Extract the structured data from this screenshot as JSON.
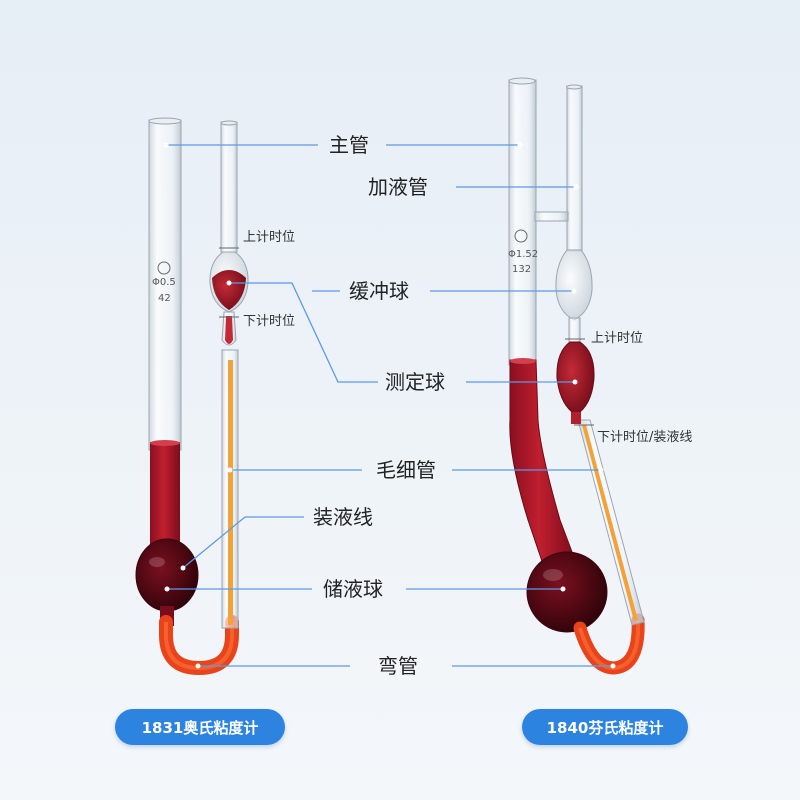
{
  "labels": {
    "main_tube": "主管",
    "filling_tube": "加液管",
    "buffer_bulb": "缓冲球",
    "measuring_bulb": "测定球",
    "capillary": "毛细管",
    "fill_line": "装液线",
    "reservoir_bulb": "储液球",
    "bend_tube": "弯管"
  },
  "left_viscometer": {
    "name": "1831奥氏粘度计",
    "upper_mark": "上计时位",
    "lower_mark": "下计时位",
    "tube_marks": [
      "Φ0.5",
      "42"
    ]
  },
  "right_viscometer": {
    "name": "1840芬氏粘度计",
    "upper_mark": "上计时位",
    "lower_mark": "下计时位/装液线",
    "tube_marks": [
      "Φ1.52",
      "132"
    ]
  },
  "colors": {
    "leader_line": "#5b9ae6",
    "liquid": "#a8142a",
    "liquid_bend": "#e8401c",
    "badge": "#2d83e0"
  }
}
